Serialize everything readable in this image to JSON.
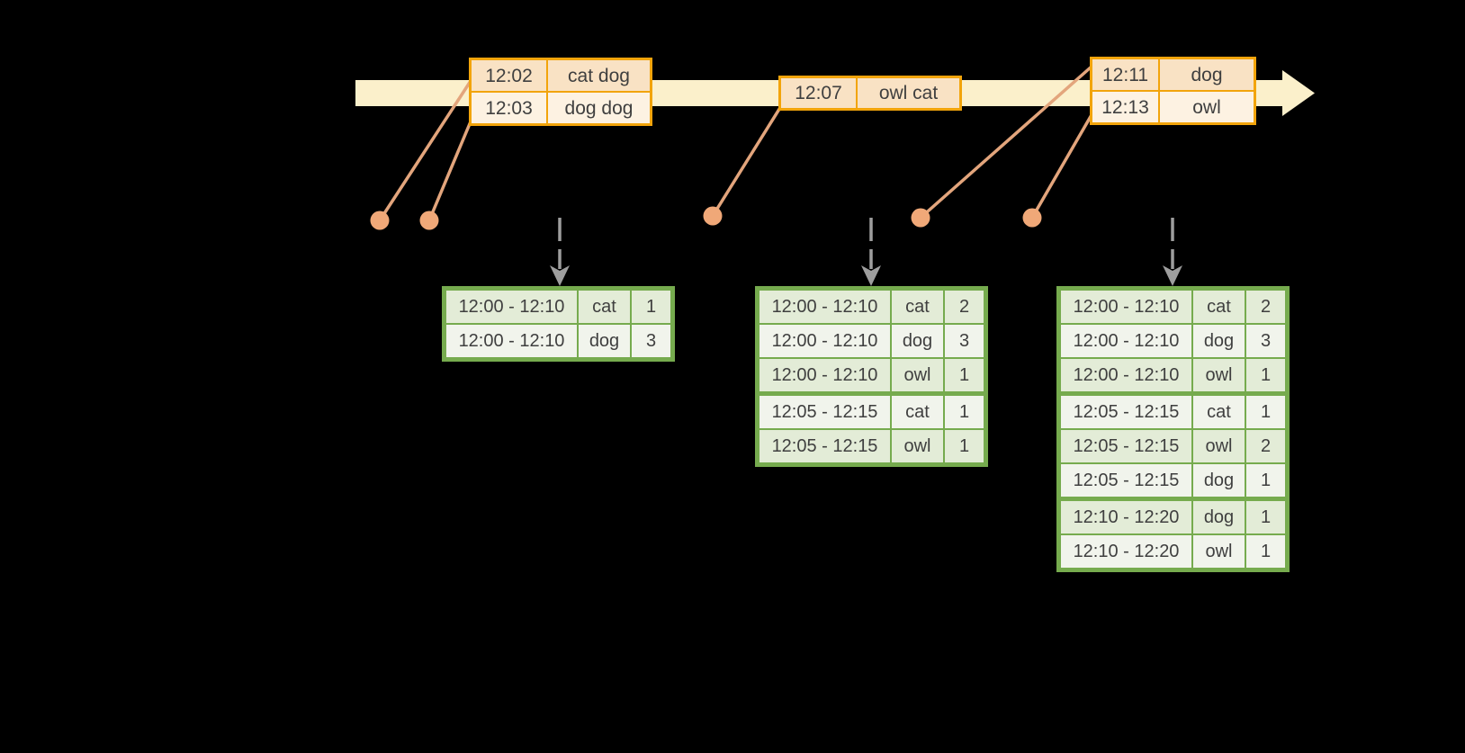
{
  "colors": {
    "background": "#000000",
    "timeline_band": "#fbf0cb",
    "event_table_border": "#f2a40b",
    "event_row_dark": "#f9e2c4",
    "event_row_light": "#fdf2e2",
    "connector_line": "#e3a57c",
    "event_dot": "#f0a878",
    "trigger_arrow": "#9e9e9e",
    "result_table_border": "#76ab4e",
    "result_row_dark": "#e3ecd7",
    "result_row_light": "#f1f4ec",
    "text": "#3f3f3f"
  },
  "timeline": {
    "event_tables": [
      {
        "rows": [
          {
            "time": "12:02",
            "words": "cat dog"
          },
          {
            "time": "12:03",
            "words": "dog dog"
          }
        ]
      },
      {
        "rows": [
          {
            "time": "12:07",
            "words": "owl cat"
          }
        ]
      },
      {
        "rows": [
          {
            "time": "12:11",
            "words": "dog"
          },
          {
            "time": "12:13",
            "words": "owl"
          }
        ]
      }
    ]
  },
  "result_tables": [
    {
      "rows": [
        {
          "window": "12:00 - 12:10",
          "word": "cat",
          "count": "1"
        },
        {
          "window": "12:00 - 12:10",
          "word": "dog",
          "count": "3"
        }
      ]
    },
    {
      "rows": [
        {
          "window": "12:00 - 12:10",
          "word": "cat",
          "count": "2"
        },
        {
          "window": "12:00 - 12:10",
          "word": "dog",
          "count": "3"
        },
        {
          "window": "12:00 - 12:10",
          "word": "owl",
          "count": "1"
        },
        {
          "window": "12:05 - 12:15",
          "word": "cat",
          "count": "1"
        },
        {
          "window": "12:05 - 12:15",
          "word": "owl",
          "count": "1"
        }
      ]
    },
    {
      "rows": [
        {
          "window": "12:00 - 12:10",
          "word": "cat",
          "count": "2"
        },
        {
          "window": "12:00 - 12:10",
          "word": "dog",
          "count": "3"
        },
        {
          "window": "12:00 - 12:10",
          "word": "owl",
          "count": "1"
        },
        {
          "window": "12:05 - 12:15",
          "word": "cat",
          "count": "1"
        },
        {
          "window": "12:05 - 12:15",
          "word": "owl",
          "count": "2"
        },
        {
          "window": "12:05 - 12:15",
          "word": "dog",
          "count": "1"
        },
        {
          "window": "12:10 - 12:20",
          "word": "dog",
          "count": "1"
        },
        {
          "window": "12:10 - 12:20",
          "word": "owl",
          "count": "1"
        }
      ]
    }
  ]
}
